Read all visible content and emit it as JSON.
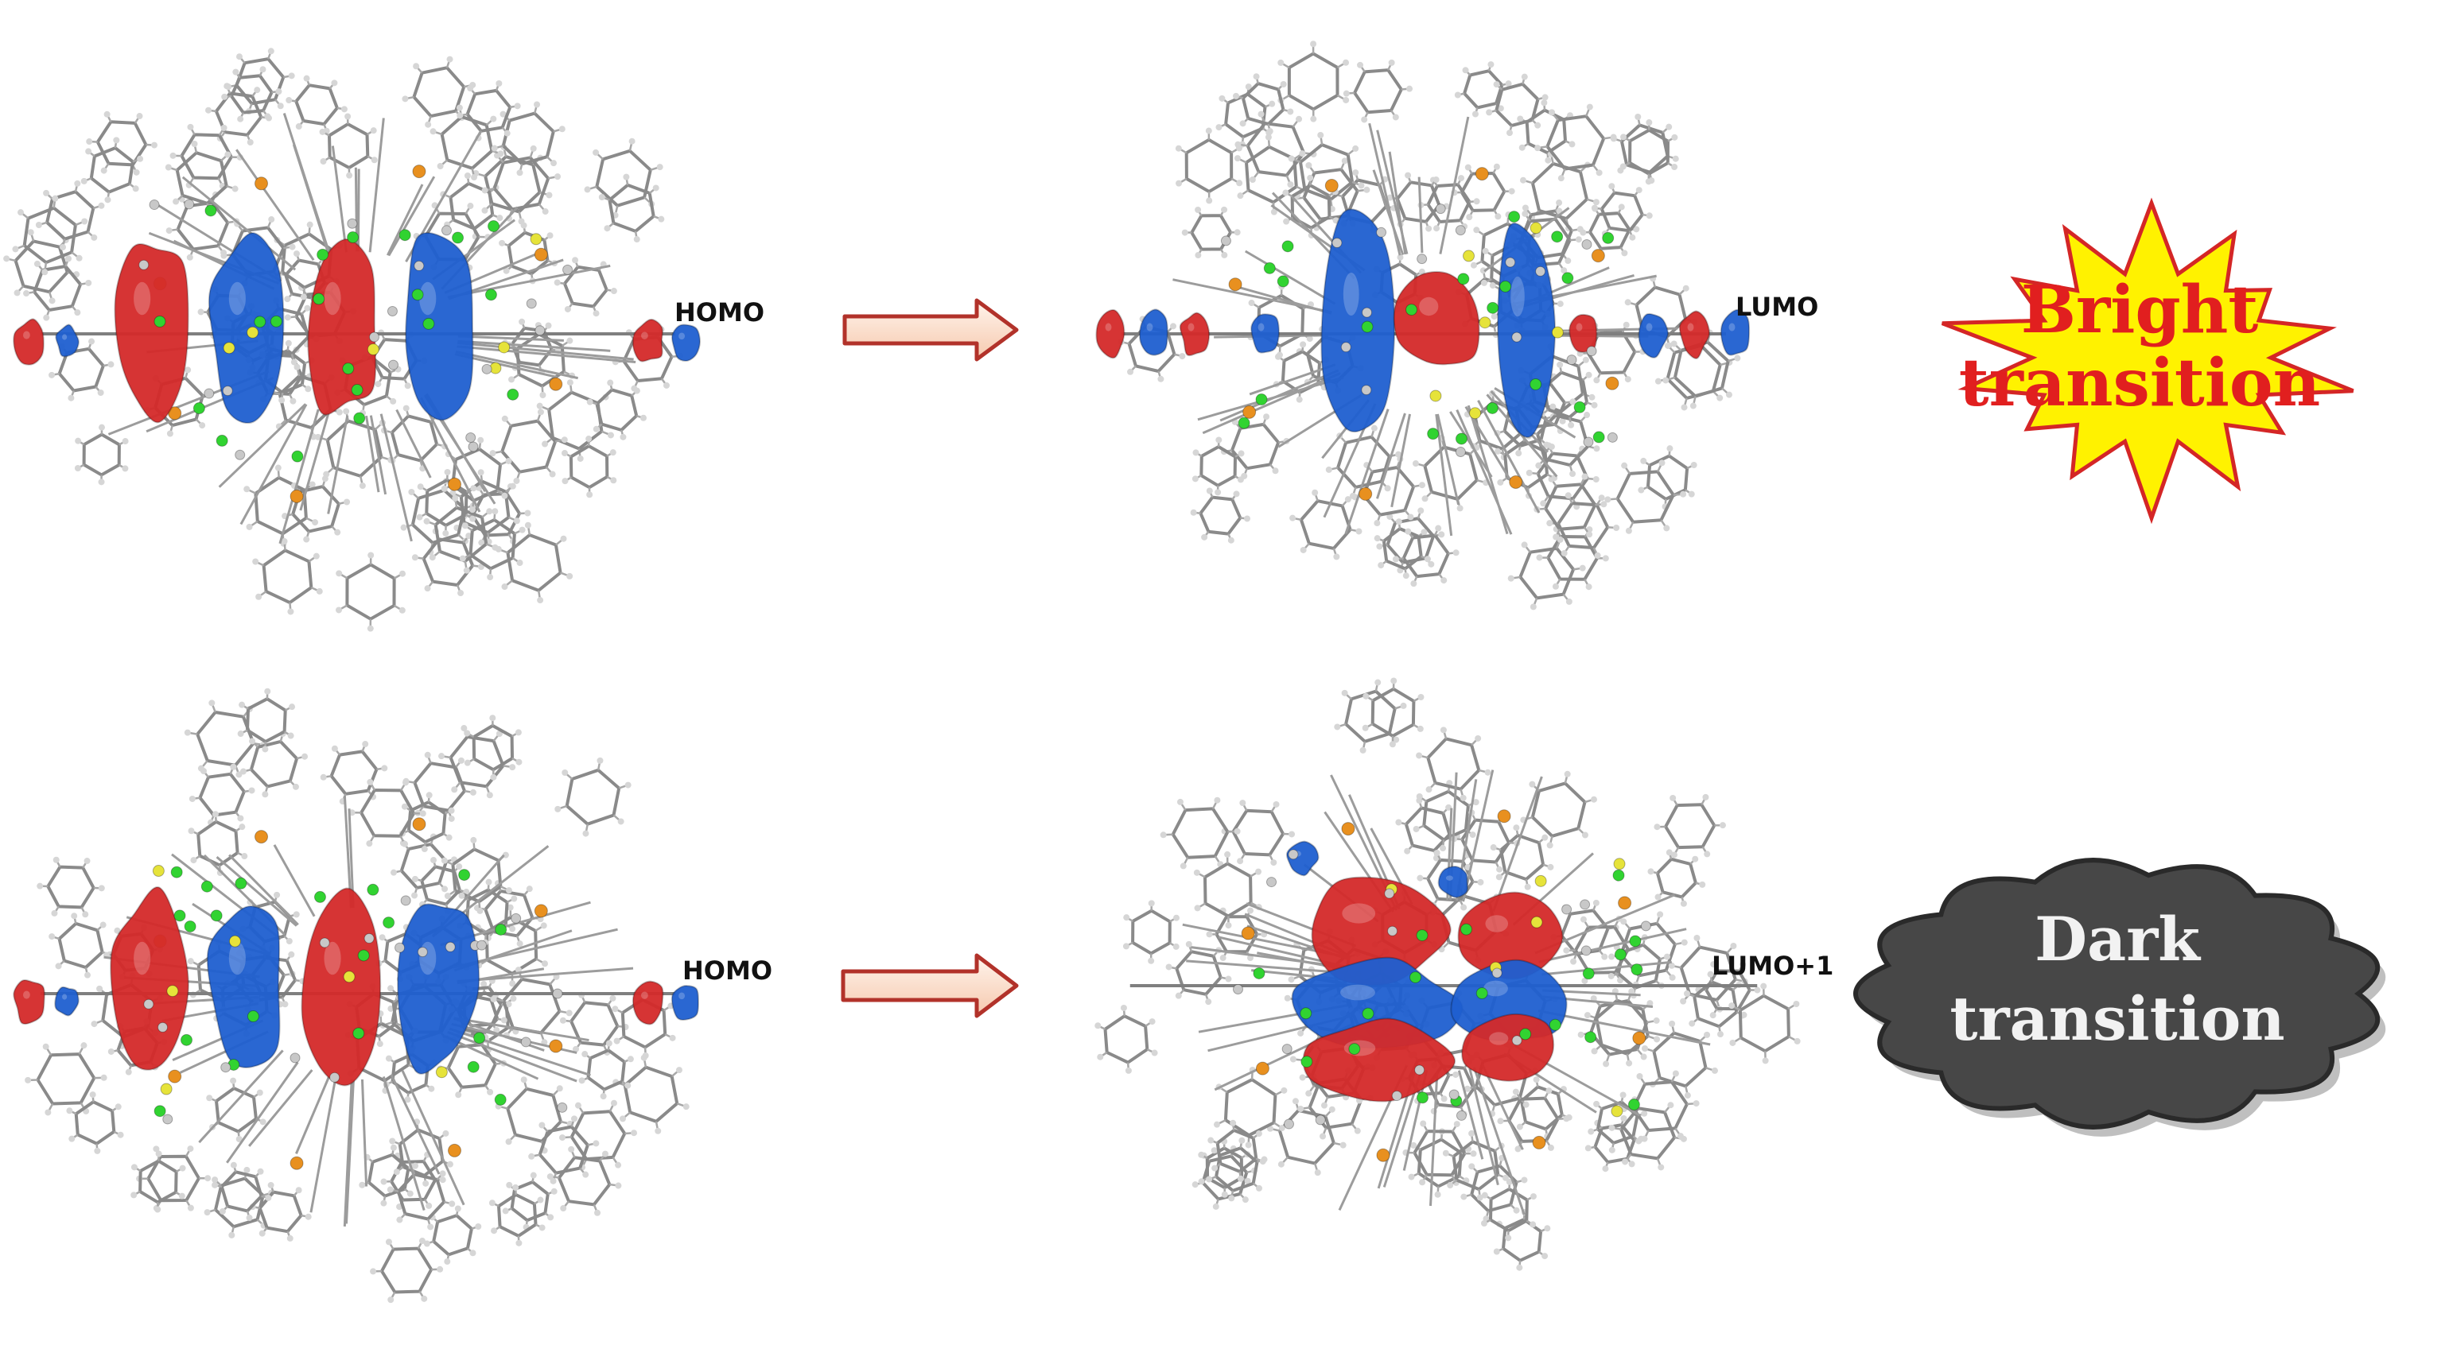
{
  "colors": {
    "positive_lobe": "#d42a2a",
    "negative_lobe": "#1f5fd0",
    "framework": "#8a8a8a",
    "carbon_atom": "#c8c8c8",
    "phosphorus_atom": "#e8901f",
    "chlorine_atom": "#31d331",
    "sulfur_atom": "#e6e33a",
    "arrow_fill": "#fde4d4",
    "arrow_stroke": "#b2322a",
    "burst_fill": "#fff200",
    "burst_stroke": "#d42626",
    "burst_text": "#e11f1f",
    "cloud_fill": "#474747",
    "cloud_stroke": "#2a2a2a",
    "cloud_text": "#f2f2f2"
  },
  "rows": [
    {
      "from_label": "HOMO",
      "to_label": "LUMO",
      "outcome": {
        "kind": "burst",
        "lines": [
          "Bright",
          "transition"
        ]
      }
    },
    {
      "from_label": "HOMO",
      "to_label": "LUMO+1",
      "outcome": {
        "kind": "cloud",
        "lines": [
          "Dark",
          "transition"
        ]
      }
    }
  ]
}
